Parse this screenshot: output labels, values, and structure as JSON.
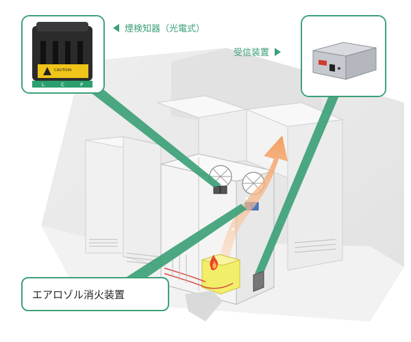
{
  "labels": {
    "detector": "煙検知器（光電式）",
    "receiver": "受信装置",
    "extinguisher": "エアロゾル消火装置"
  },
  "detector_photo": {
    "caution_text": "CAUTION",
    "bottom_letters": [
      "L",
      "C",
      "P"
    ]
  },
  "colors": {
    "accent": "#3aa076",
    "room_wall": "#e6e6e6",
    "fire": "#e8452a",
    "extinguisher_body": "#f2ee6a",
    "flow_arrow": "#f6a56a",
    "receiver_display": "#d23a2a"
  }
}
